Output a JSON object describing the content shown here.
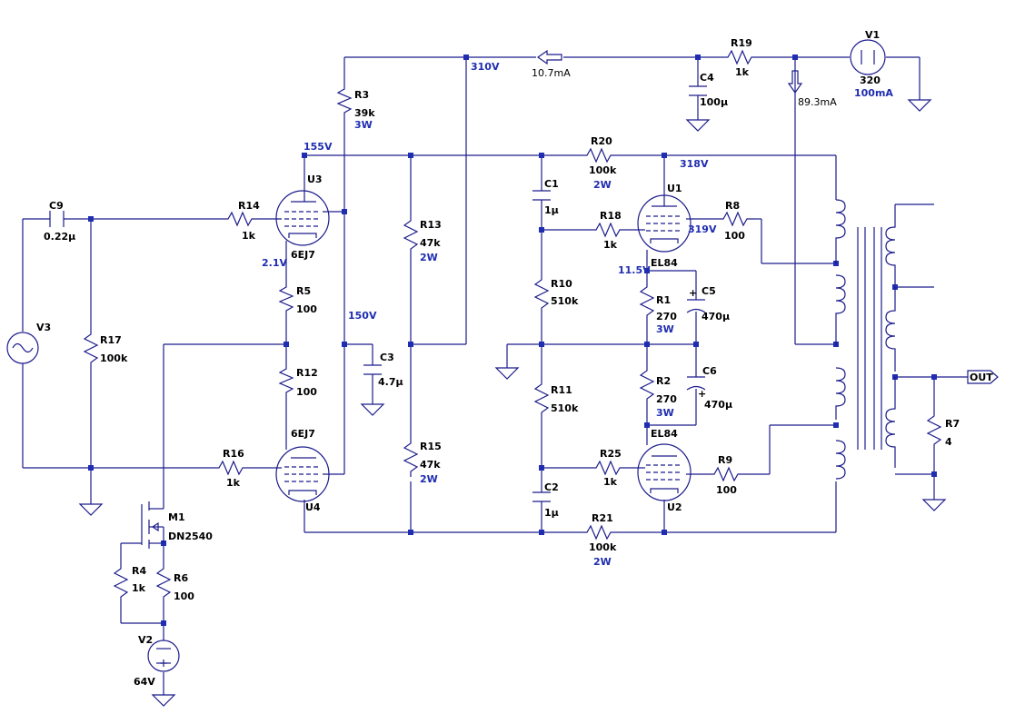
{
  "components": {
    "R3": {
      "name": "R3",
      "value": "39k",
      "power": "3W"
    },
    "R13": {
      "name": "R13",
      "value": "47k",
      "power": "2W"
    },
    "R15": {
      "name": "R15",
      "value": "47k",
      "power": "2W"
    },
    "R14": {
      "name": "R14",
      "value": "1k"
    },
    "R16": {
      "name": "R16",
      "value": "1k"
    },
    "R5": {
      "name": "R5",
      "value": "100"
    },
    "R12": {
      "name": "R12",
      "value": "100"
    },
    "R17": {
      "name": "R17",
      "value": "100k"
    },
    "R4": {
      "name": "R4",
      "value": "1k"
    },
    "R6": {
      "name": "R6",
      "value": "100"
    },
    "R10": {
      "name": "R10",
      "value": "510k"
    },
    "R11": {
      "name": "R11",
      "value": "510k"
    },
    "R18": {
      "name": "R18",
      "value": "1k"
    },
    "R25": {
      "name": "R25",
      "value": "1k"
    },
    "R1": {
      "name": "R1",
      "value": "270",
      "power": "3W"
    },
    "R2": {
      "name": "R2",
      "value": "270",
      "power": "3W"
    },
    "R8": {
      "name": "R8",
      "value": "100"
    },
    "R9": {
      "name": "R9",
      "value": "100"
    },
    "R19": {
      "name": "R19",
      "value": "1k"
    },
    "R20": {
      "name": "R20",
      "value": "100k",
      "power": "2W"
    },
    "R21": {
      "name": "R21",
      "value": "100k",
      "power": "2W"
    },
    "R7": {
      "name": "R7",
      "value": "4"
    },
    "C9": {
      "name": "C9",
      "value": "0.22µ"
    },
    "C3": {
      "name": "C3",
      "value": "4.7µ"
    },
    "C1": {
      "name": "C1",
      "value": "1µ"
    },
    "C2": {
      "name": "C2",
      "value": "1µ"
    },
    "C4": {
      "name": "C4",
      "value": "100µ"
    },
    "C5": {
      "name": "C5",
      "value": "470µ"
    },
    "C6": {
      "name": "C6",
      "value": "470µ"
    },
    "U3": {
      "name": "U3",
      "value": "6EJ7"
    },
    "U4": {
      "name": "U4",
      "value": "6EJ7"
    },
    "U1": {
      "name": "U1",
      "value": "EL84"
    },
    "U2": {
      "name": "U2",
      "value": "EL84"
    },
    "M1": {
      "name": "M1",
      "value": "DN2540"
    },
    "V1": {
      "name": "V1",
      "value": "320",
      "current": "100mA"
    },
    "V2": {
      "name": "V2",
      "value": "64V"
    },
    "V3": {
      "name": "V3"
    }
  },
  "voltages": {
    "v310": "310V",
    "v155": "155V",
    "v150": "150V",
    "v2_1": "2.1V",
    "v318": "318V",
    "v319": "319V",
    "v11_5": "11.5V"
  },
  "currents": {
    "i_supply": "10.7mA",
    "i_ot": "89.3mA"
  },
  "out_label": "OUT"
}
